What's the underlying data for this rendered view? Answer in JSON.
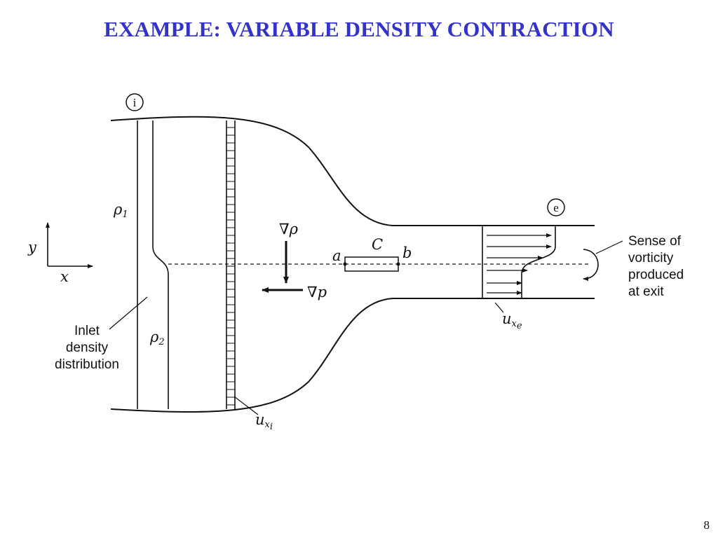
{
  "title": "EXAMPLE: VARIABLE DENSITY CONTRACTION",
  "page_number": "8",
  "diagram": {
    "stations": {
      "inlet": "i",
      "exit": "e"
    },
    "axes": {
      "x": "x",
      "y": "y"
    },
    "densities": {
      "upper": "ρ",
      "upper_sub": "1",
      "lower": "ρ",
      "lower_sub": "2"
    },
    "gradients": {
      "density": "∇ρ",
      "pressure": "∇p"
    },
    "contour": {
      "label": "C",
      "start": "a",
      "end": "b"
    },
    "velocity_labels": {
      "inlet": "u",
      "inlet_sub": "x",
      "inlet_subsub": "i",
      "exit": "u",
      "exit_sub": "x",
      "exit_subsub": "e"
    },
    "annotations": {
      "inlet_density": [
        "Inlet",
        "density",
        "distribution"
      ],
      "vorticity": [
        "Sense of",
        "vorticity",
        "produced",
        "at exit"
      ]
    }
  }
}
